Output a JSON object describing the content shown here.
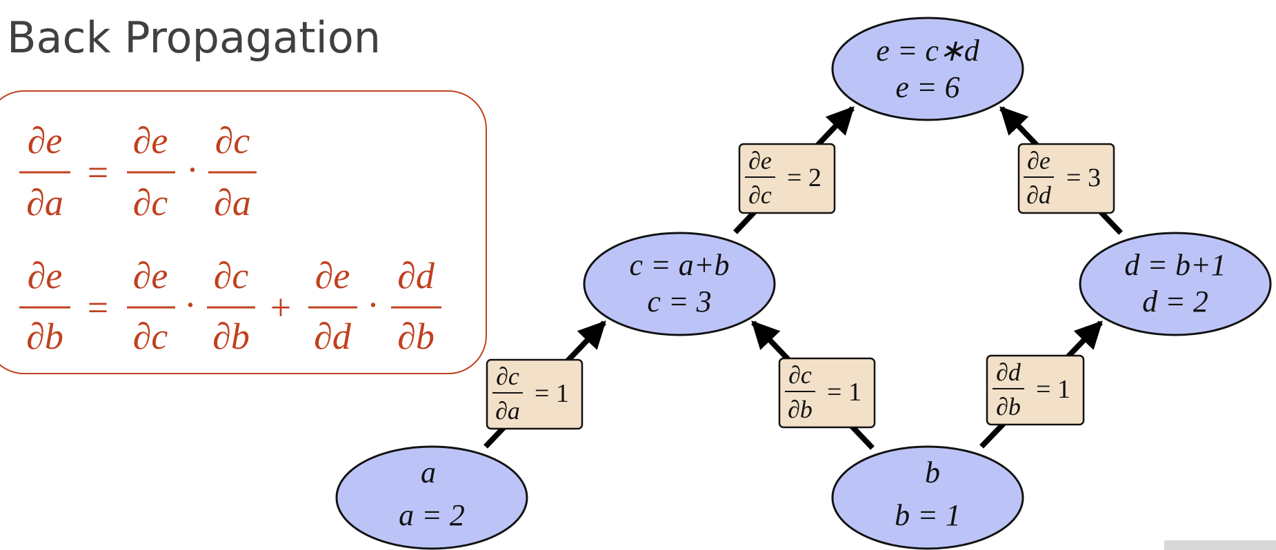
{
  "slide": {
    "title": "Back Propagation"
  },
  "formulas": {
    "f1": {
      "lhs_num": "∂e",
      "lhs_den": "∂a",
      "equals": "=",
      "t1_num": "∂e",
      "t1_den": "∂c",
      "dot": "·",
      "t2_num": "∂c",
      "t2_den": "∂a"
    },
    "f2": {
      "lhs_num": "∂e",
      "lhs_den": "∂b",
      "equals": "=",
      "t1_num": "∂e",
      "t1_den": "∂c",
      "dot1": "·",
      "t2_num": "∂c",
      "t2_den": "∂b",
      "plus": "+",
      "t3_num": "∂e",
      "t3_den": "∂d",
      "dot2": "·",
      "t4_num": "∂d",
      "t4_den": "∂b"
    }
  },
  "nodes": {
    "e": {
      "line1": "e = c∗d",
      "line2": "e = 6"
    },
    "c": {
      "line1": "c = a+b",
      "line2": "c = 3"
    },
    "d": {
      "line1": "d = b+1",
      "line2": "d = 2"
    },
    "a": {
      "line1": "a",
      "line2": "a = 2"
    },
    "b": {
      "line1": "b",
      "line2": "b = 1"
    }
  },
  "edges": {
    "de_dc": {
      "num": "∂e",
      "den": "∂c",
      "value": "= 2"
    },
    "de_dd": {
      "num": "∂e",
      "den": "∂d",
      "value": "= 3"
    },
    "dc_da": {
      "num": "∂c",
      "den": "∂a",
      "value": "= 1"
    },
    "dc_db": {
      "num": "∂c",
      "den": "∂b",
      "value": "= 1"
    },
    "dd_db": {
      "num": "∂d",
      "den": "∂b",
      "value": "= 1"
    }
  },
  "colors": {
    "formula": "#c0401e",
    "node_fill": "#bcc4f7",
    "edge_label_fill": "#f2e0c8"
  }
}
